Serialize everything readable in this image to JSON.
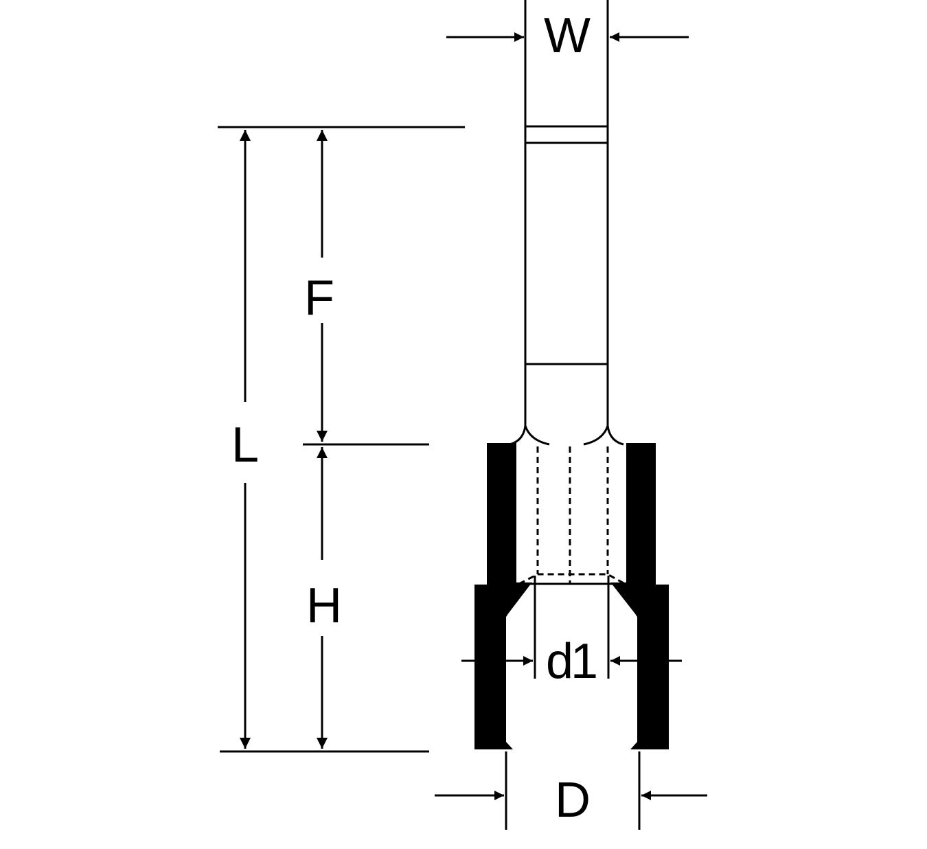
{
  "labels": {
    "w": "W",
    "f": "F",
    "l": "L",
    "h": "H",
    "d1": "d1",
    "d": "D"
  },
  "colors": {
    "ink": "#000000",
    "paper": "#ffffff"
  }
}
